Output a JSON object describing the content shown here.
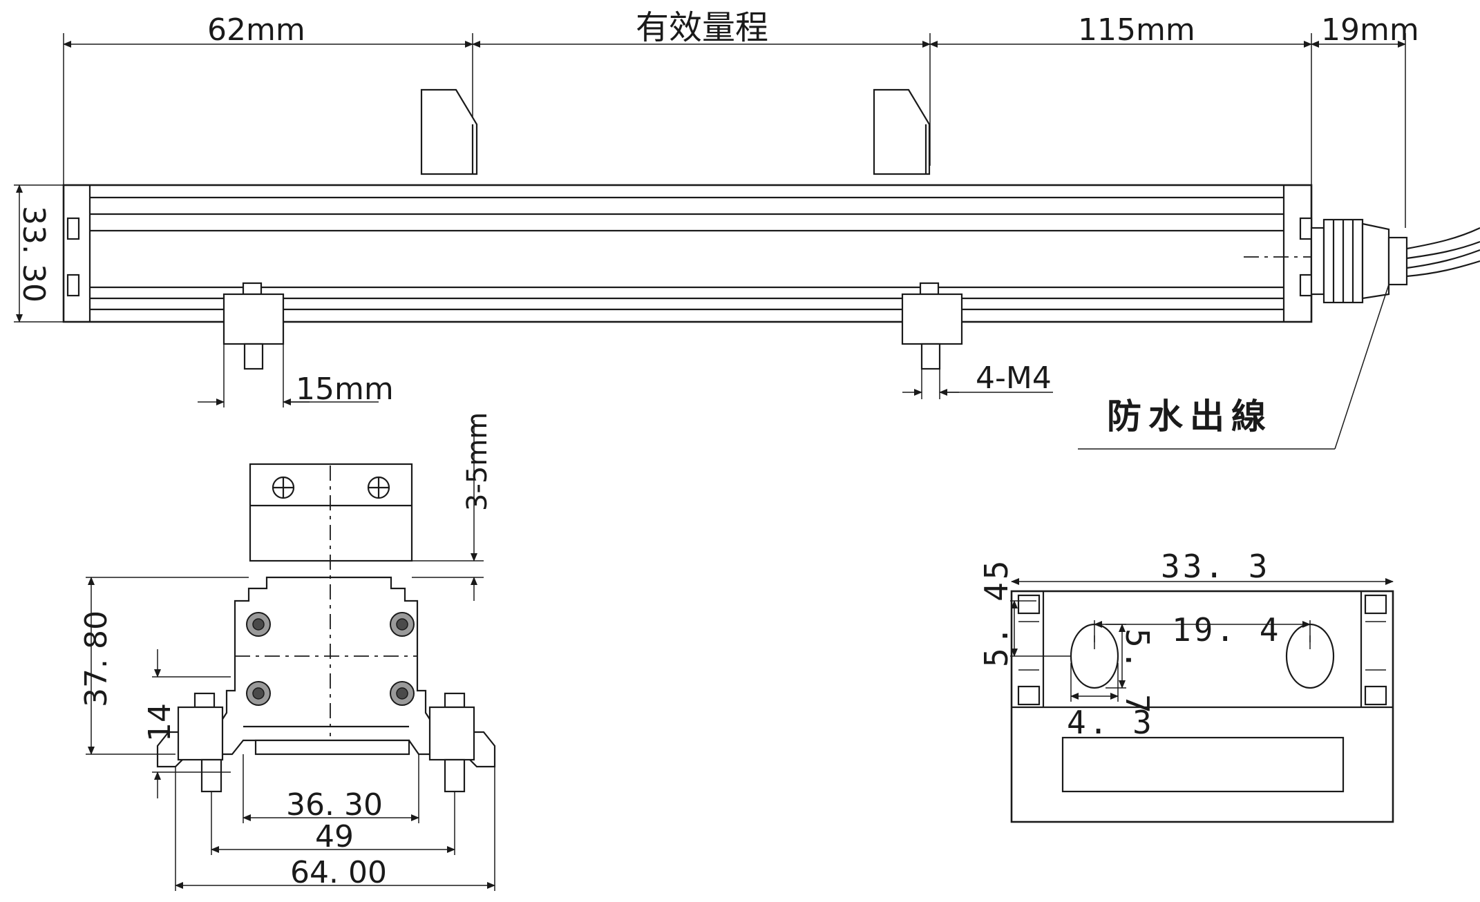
{
  "top_view": {
    "dim_left": "62mm",
    "dim_range": "有效量程",
    "dim_right": "115mm",
    "dim_cable": "19mm",
    "dim_height": "33. 30",
    "dim_bracket": "15mm",
    "dim_thread": "4-M4",
    "cable_note": "防水出線"
  },
  "end_view": {
    "dim_adjust": "3-5mm",
    "dim_total_height": "37. 80",
    "dim_base_height": "14",
    "dim_inner_width": "36. 30",
    "dim_hole_pitch": "49",
    "dim_total_width": "64. 00"
  },
  "slider_view": {
    "dim_width": "33. 3",
    "dim_edge": "5. 45",
    "dim_hole_pitch": "19. 4",
    "dim_hole_length": "5. 7",
    "dim_hole_width": "4. 3"
  }
}
